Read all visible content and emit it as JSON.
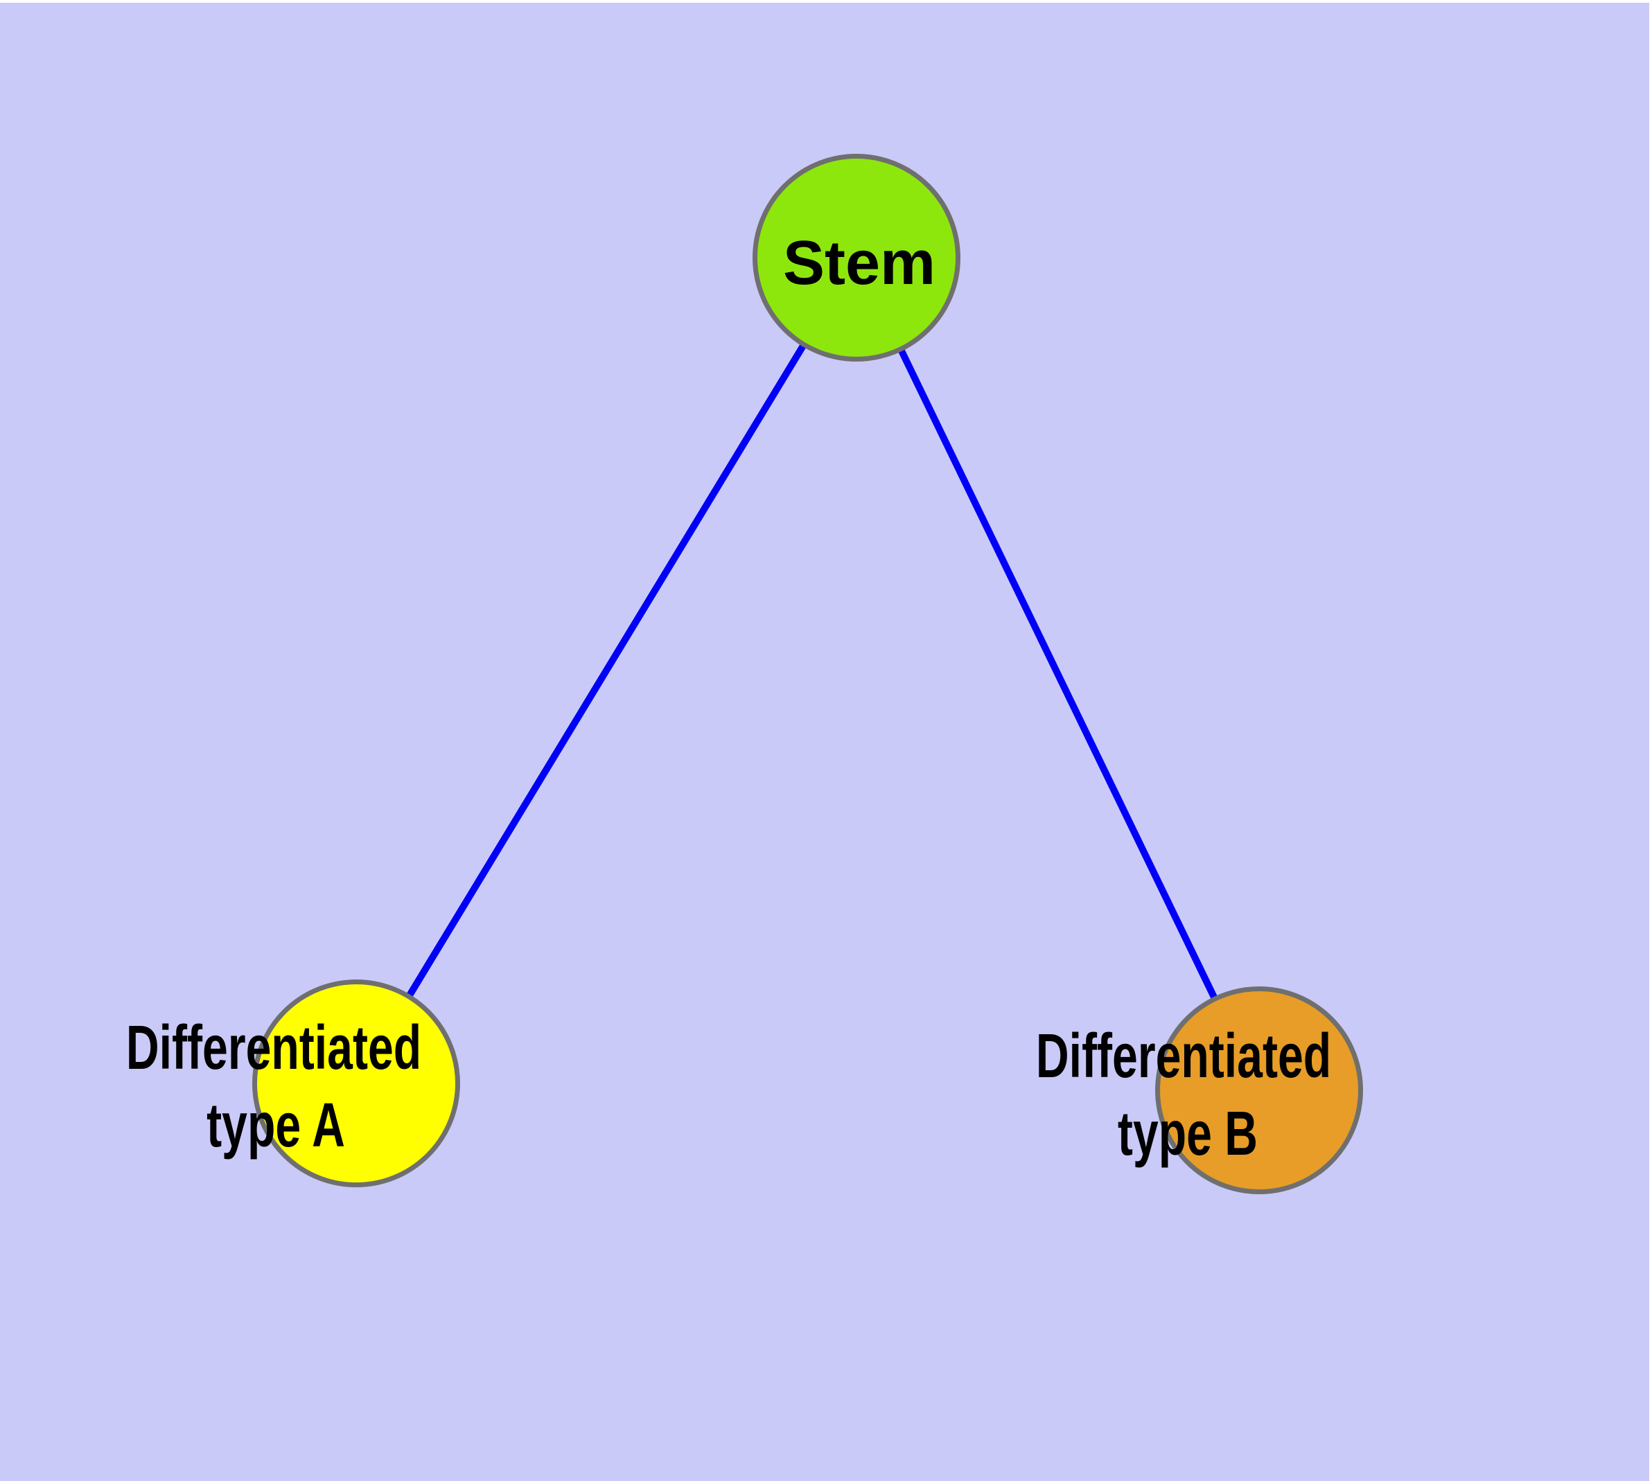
{
  "diagram": {
    "title": "",
    "margin_color": "#ffffff",
    "background_color": "#cacaf8",
    "edge_color": "#0000f8",
    "node_border_color": "#6f6f6f",
    "label_color": "#000000",
    "nodes": [
      {
        "id": "stem",
        "label": "Stem",
        "fill": "#8ee70c"
      },
      {
        "id": "differentiated-type-a",
        "label_line1": "Differentiated",
        "label_line2": "type A",
        "fill": "#ffff00"
      },
      {
        "id": "differentiated-type-b",
        "label_line1": "Differentiated",
        "label_line2": "type B",
        "fill": "#e79d27"
      }
    ],
    "edges": [
      {
        "from": "Stem",
        "to": "Differentiated type A"
      },
      {
        "from": "Stem",
        "to": "Differentiated type B"
      }
    ]
  }
}
